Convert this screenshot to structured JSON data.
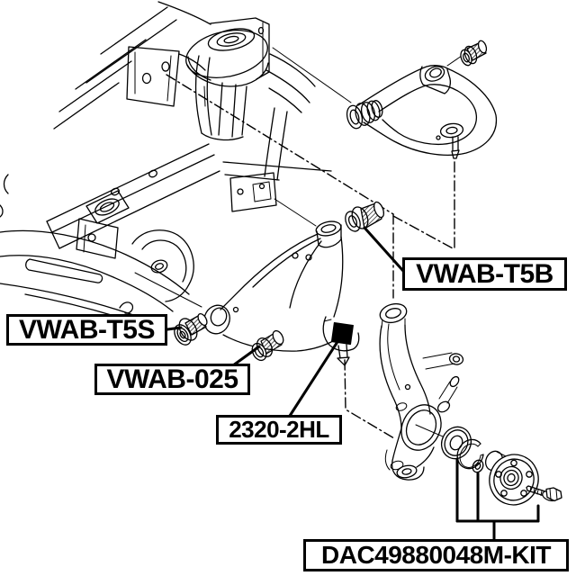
{
  "page": {
    "background_color": "#ffffff",
    "line_color": "#000000",
    "description": "Exploded suspension parts diagram with part-number callouts"
  },
  "labels": {
    "vwab_t5b": "VWAB-T5B",
    "vwab_t5s": "VWAB-T5S",
    "vwab_025": "VWAB-025",
    "hl_2320": "2320-2HL",
    "dac_kit": "DAC49880048M-KIT"
  },
  "parts": [
    {
      "name": "front-subframe"
    },
    {
      "name": "stabilizer-bar"
    },
    {
      "name": "front-upper-control-arm"
    },
    {
      "name": "upper-arm-bushing"
    },
    {
      "name": "front-lower-control-arm"
    },
    {
      "name": "lower-arm-rear-bushing"
    },
    {
      "name": "lower-arm-front-bushing"
    },
    {
      "name": "lower-arm-inner-bushing"
    },
    {
      "name": "lower-arm-ball-joint"
    },
    {
      "name": "steering-knuckle"
    },
    {
      "name": "wheel-bearing"
    },
    {
      "name": "snap-ring"
    },
    {
      "name": "washer"
    },
    {
      "name": "wheel-hub"
    },
    {
      "name": "hub-bolt"
    }
  ]
}
